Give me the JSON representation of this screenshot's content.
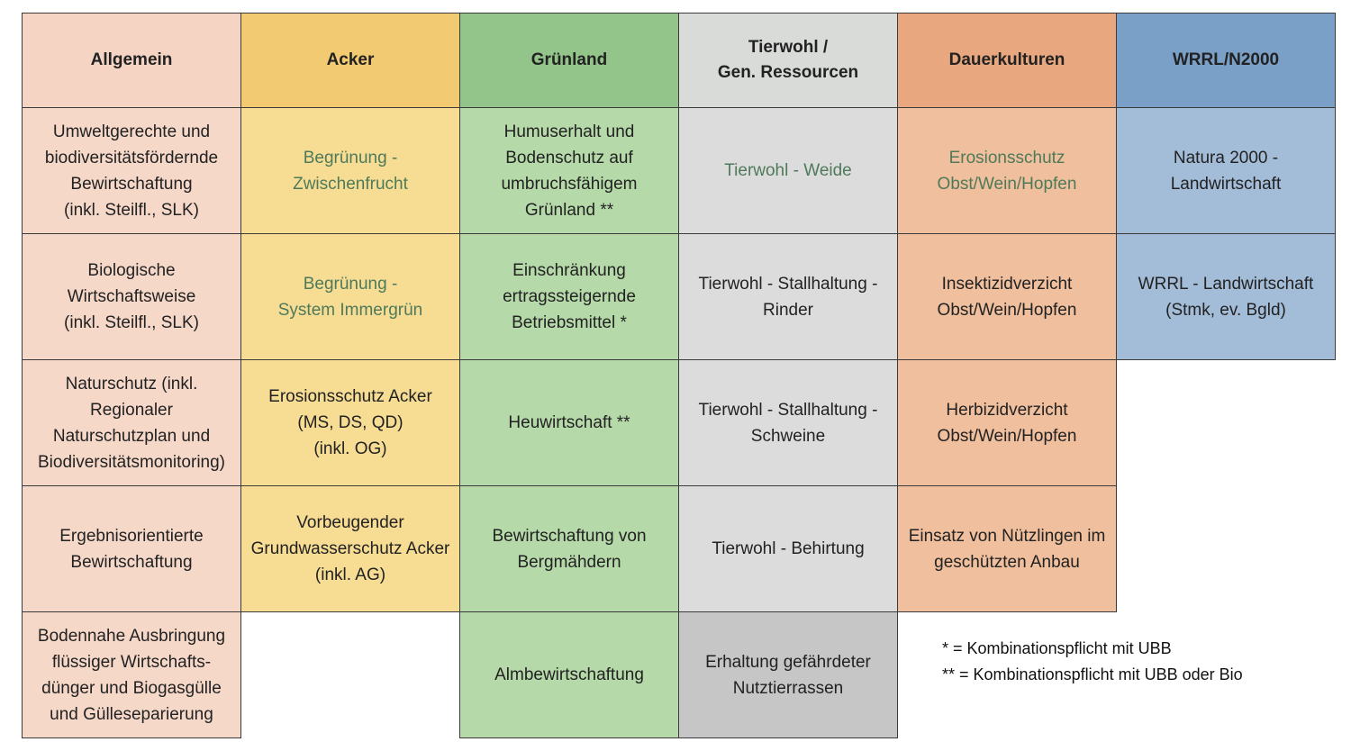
{
  "colors": {
    "allgemein_header": "#f5d4c3",
    "allgemein_body": "#f6d8c9",
    "acker_header": "#f2ca72",
    "acker_body": "#f7dc94",
    "gruenland_header": "#93c58a",
    "gruenland_body": "#b6d9a9",
    "tierwohl_header": "#d9dbd8",
    "tierwohl_body": "#dcdcdc",
    "tierwohl_last": "#c6c6c6",
    "dauerkulturen_header": "#e8a77f",
    "dauerkulturen_body": "#f0bf9d",
    "wrrl_header": "#7aa0c8",
    "wrrl_body": "#a3bcd8",
    "muted_text": "#4f7a5a"
  },
  "columns": [
    {
      "id": "allgemein",
      "header": "Allgemein",
      "cells": [
        {
          "text": "Umweltgerechte und\nbiodiversitätsfördernde\nBewirtschaftung\n(inkl. Steilfl., SLK)",
          "muted": false
        },
        {
          "text": "Biologische\nWirtschaftsweise\n(inkl. Steilfl., SLK)",
          "muted": false
        },
        {
          "text": "Naturschutz (inkl.\nRegionaler\nNaturschutzplan und\nBiodiversitätsmonitoring)",
          "muted": false
        },
        {
          "text": "Ergebnisorientierte\nBewirtschaftung",
          "muted": false
        },
        {
          "text": "Bodennahe Ausbringung\nflüssiger Wirtschafts-\ndünger und Biogasgülle\nund Gülleseparierung",
          "muted": false
        }
      ]
    },
    {
      "id": "acker",
      "header": "Acker",
      "cells": [
        {
          "text": "Begrünung -\nZwischenfrucht",
          "muted": true
        },
        {
          "text": "Begrünung -\nSystem Immergrün",
          "muted": true
        },
        {
          "text": "Erosionsschutz Acker\n(MS, DS, QD)\n(inkl. OG)",
          "muted": false
        },
        {
          "text": "Vorbeugender\nGrundwasserschutz Acker\n(inkl. AG)",
          "muted": false
        }
      ]
    },
    {
      "id": "gruenland",
      "header": "Grünland",
      "cells": [
        {
          "text": "Humuserhalt und\nBodenschutz auf\numbruchsfähigem\nGrünland **",
          "muted": false
        },
        {
          "text": "Einschränkung\nertragssteigernde\nBetriebsmittel *",
          "muted": false
        },
        {
          "text": "Heuwirtschaft **",
          "muted": false
        },
        {
          "text": "Bewirtschaftung von\nBergmähdern",
          "muted": false
        },
        {
          "text": "Almbewirtschaftung",
          "muted": false
        }
      ]
    },
    {
      "id": "tierwohl",
      "header": "Tierwohl /\nGen. Ressourcen",
      "cells": [
        {
          "text": "Tierwohl - Weide",
          "muted": true
        },
        {
          "text": "Tierwohl - Stallhaltung -\nRinder",
          "muted": false
        },
        {
          "text": "Tierwohl - Stallhaltung -\nSchweine",
          "muted": false
        },
        {
          "text": "Tierwohl - Behirtung",
          "muted": false
        },
        {
          "text": "Erhaltung gefährdeter\nNutztierrassen",
          "muted": false
        }
      ]
    },
    {
      "id": "dauerkulturen",
      "header": "Dauerkulturen",
      "cells": [
        {
          "text": "Erosionsschutz\nObst/Wein/Hopfen",
          "muted": true
        },
        {
          "text": "Insektizidverzicht\nObst/Wein/Hopfen",
          "muted": false
        },
        {
          "text": "Herbizidverzicht\nObst/Wein/Hopfen",
          "muted": false
        },
        {
          "text": "Einsatz von Nützlingen im\ngeschützten Anbau",
          "muted": false
        }
      ]
    },
    {
      "id": "wrrl",
      "header": "WRRL/N2000",
      "cells": [
        {
          "text": "Natura 2000 -\nLandwirtschaft",
          "muted": false
        },
        {
          "text": "WRRL - Landwirtschaft\n(Stmk, ev. Bgld)",
          "muted": false
        }
      ]
    }
  ],
  "footnotes": [
    "* = Kombinationspflicht mit UBB",
    "** = Kombinationspflicht mit UBB oder Bio"
  ]
}
